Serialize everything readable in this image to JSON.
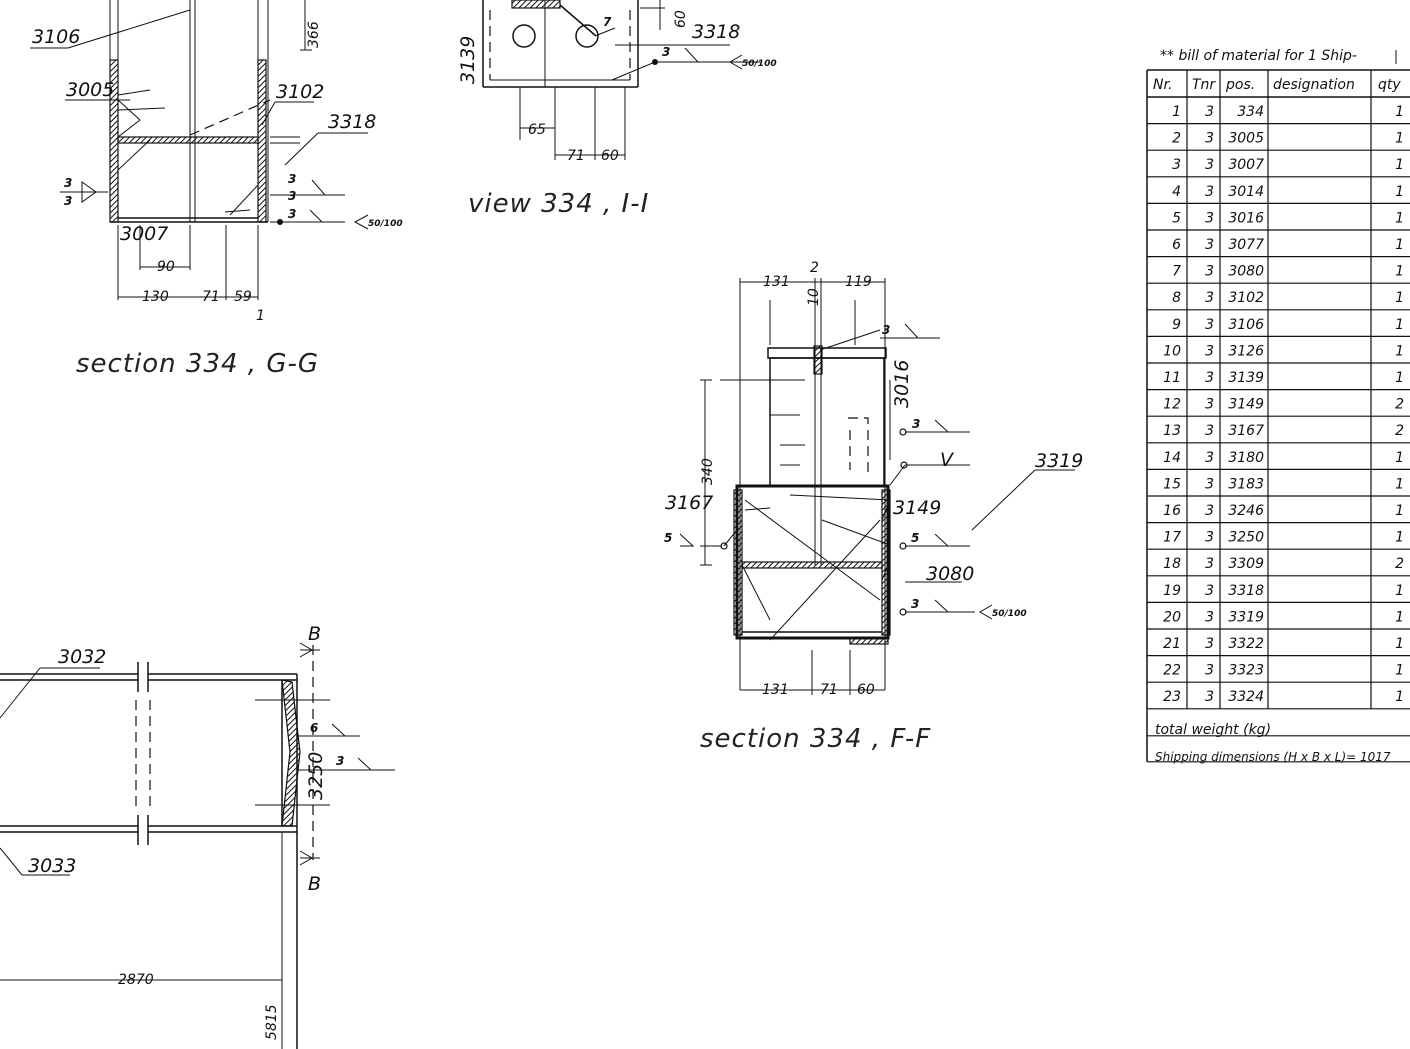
{
  "views": {
    "section_gg": {
      "title": "section 334 , G-G",
      "labels": [
        "3106",
        "3005",
        "3102",
        "3318",
        "3007"
      ],
      "dims": [
        "366",
        "90",
        "130",
        "71",
        "59",
        "1"
      ],
      "welds": [
        "3",
        "3",
        "3",
        "3",
        "3"
      ],
      "weld_pitch": "50/100"
    },
    "view_ii": {
      "title": "view 334 , I-I",
      "labels": [
        "3318",
        "3139"
      ],
      "dims": [
        "60",
        "65",
        "71",
        "60",
        "7"
      ],
      "welds": [
        "3"
      ],
      "weld_pitch": "50/100"
    },
    "section_ff": {
      "title": "section 334 , F-F",
      "labels": [
        "3016",
        "3319",
        "3167",
        "3149",
        "3080"
      ],
      "dims": [
        "131",
        "119",
        "2",
        "10",
        "340",
        "131",
        "71",
        "60"
      ],
      "welds": [
        "3",
        "3",
        "5",
        "5",
        "3"
      ],
      "weld_pitch": "50/100",
      "weld_symbol_v": "V"
    },
    "section_bb": {
      "labels": [
        "3032",
        "3033",
        "3250"
      ],
      "dims": [
        "2870",
        "5815"
      ],
      "welds": [
        "6",
        "3"
      ],
      "section_marks": [
        "B",
        "B"
      ]
    }
  },
  "bom": {
    "title": "** bill of material for 1 Ship-",
    "headers": [
      "Nr.",
      "Tnr",
      "pos.",
      "designation",
      "qty"
    ],
    "rows": [
      [
        "1",
        "3",
        "334",
        "",
        "1"
      ],
      [
        "2",
        "3",
        "3005",
        "",
        "1"
      ],
      [
        "3",
        "3",
        "3007",
        "",
        "1"
      ],
      [
        "4",
        "3",
        "3014",
        "",
        "1"
      ],
      [
        "5",
        "3",
        "3016",
        "",
        "1"
      ],
      [
        "6",
        "3",
        "3077",
        "",
        "1"
      ],
      [
        "7",
        "3",
        "3080",
        "",
        "1"
      ],
      [
        "8",
        "3",
        "3102",
        "",
        "1"
      ],
      [
        "9",
        "3",
        "3106",
        "",
        "1"
      ],
      [
        "10",
        "3",
        "3126",
        "",
        "1"
      ],
      [
        "11",
        "3",
        "3139",
        "",
        "1"
      ],
      [
        "12",
        "3",
        "3149",
        "",
        "2"
      ],
      [
        "13",
        "3",
        "3167",
        "",
        "2"
      ],
      [
        "14",
        "3",
        "3180",
        "",
        "1"
      ],
      [
        "15",
        "3",
        "3183",
        "",
        "1"
      ],
      [
        "16",
        "3",
        "3246",
        "",
        "1"
      ],
      [
        "17",
        "3",
        "3250",
        "",
        "1"
      ],
      [
        "18",
        "3",
        "3309",
        "",
        "2"
      ],
      [
        "19",
        "3",
        "3318",
        "",
        "1"
      ],
      [
        "20",
        "3",
        "3319",
        "",
        "1"
      ],
      [
        "21",
        "3",
        "3322",
        "",
        "1"
      ],
      [
        "22",
        "3",
        "3323",
        "",
        "1"
      ],
      [
        "23",
        "3",
        "3324",
        "",
        "1"
      ]
    ],
    "total_weight_label": "total weight (kg)",
    "shipping_label": "Shipping dimensions (H x B x L)= 1017"
  }
}
